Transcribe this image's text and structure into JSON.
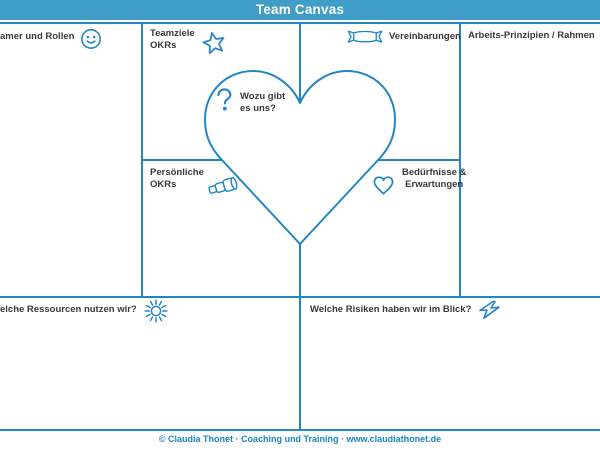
{
  "header": {
    "title": "Team Canvas"
  },
  "colors": {
    "header_bg": "#3f9ec8",
    "line": "#2187c3",
    "label": "#3a3a3a",
    "footer_text": "#1a85bf"
  },
  "sections": {
    "team_roles": {
      "label": "amer und Rollen",
      "icon": "smiley-icon"
    },
    "team_okrs": {
      "line1": "Teamziele",
      "line2": "OKRs",
      "icon": "star-icon"
    },
    "agreements": {
      "label": "Vereinbarungen",
      "icon": "banner-icon"
    },
    "principles": {
      "label": "Arbeits-Prinzipien / Rahmen",
      "icon": "scroll-icon"
    },
    "purpose": {
      "line1": "Wozu gibt",
      "line2": "es uns?",
      "icon": "question-icon"
    },
    "personal_okrs": {
      "line1": "Persönliche",
      "line2": "OKRs",
      "icon": "telescope-icon"
    },
    "needs": {
      "line1": "Bedürfnisse &",
      "line2": "Erwartungen",
      "icon": "heart-icon"
    },
    "resources": {
      "label": "elche Ressourcen nutzen wir?",
      "icon": "sun-icon"
    },
    "risks": {
      "label": "Welche Risiken haben wir im Blick?",
      "icon": "lightning-icon"
    }
  },
  "footer": {
    "text": "© Claudia Thonet · Coaching und Training · www.claudiathonet.de"
  }
}
